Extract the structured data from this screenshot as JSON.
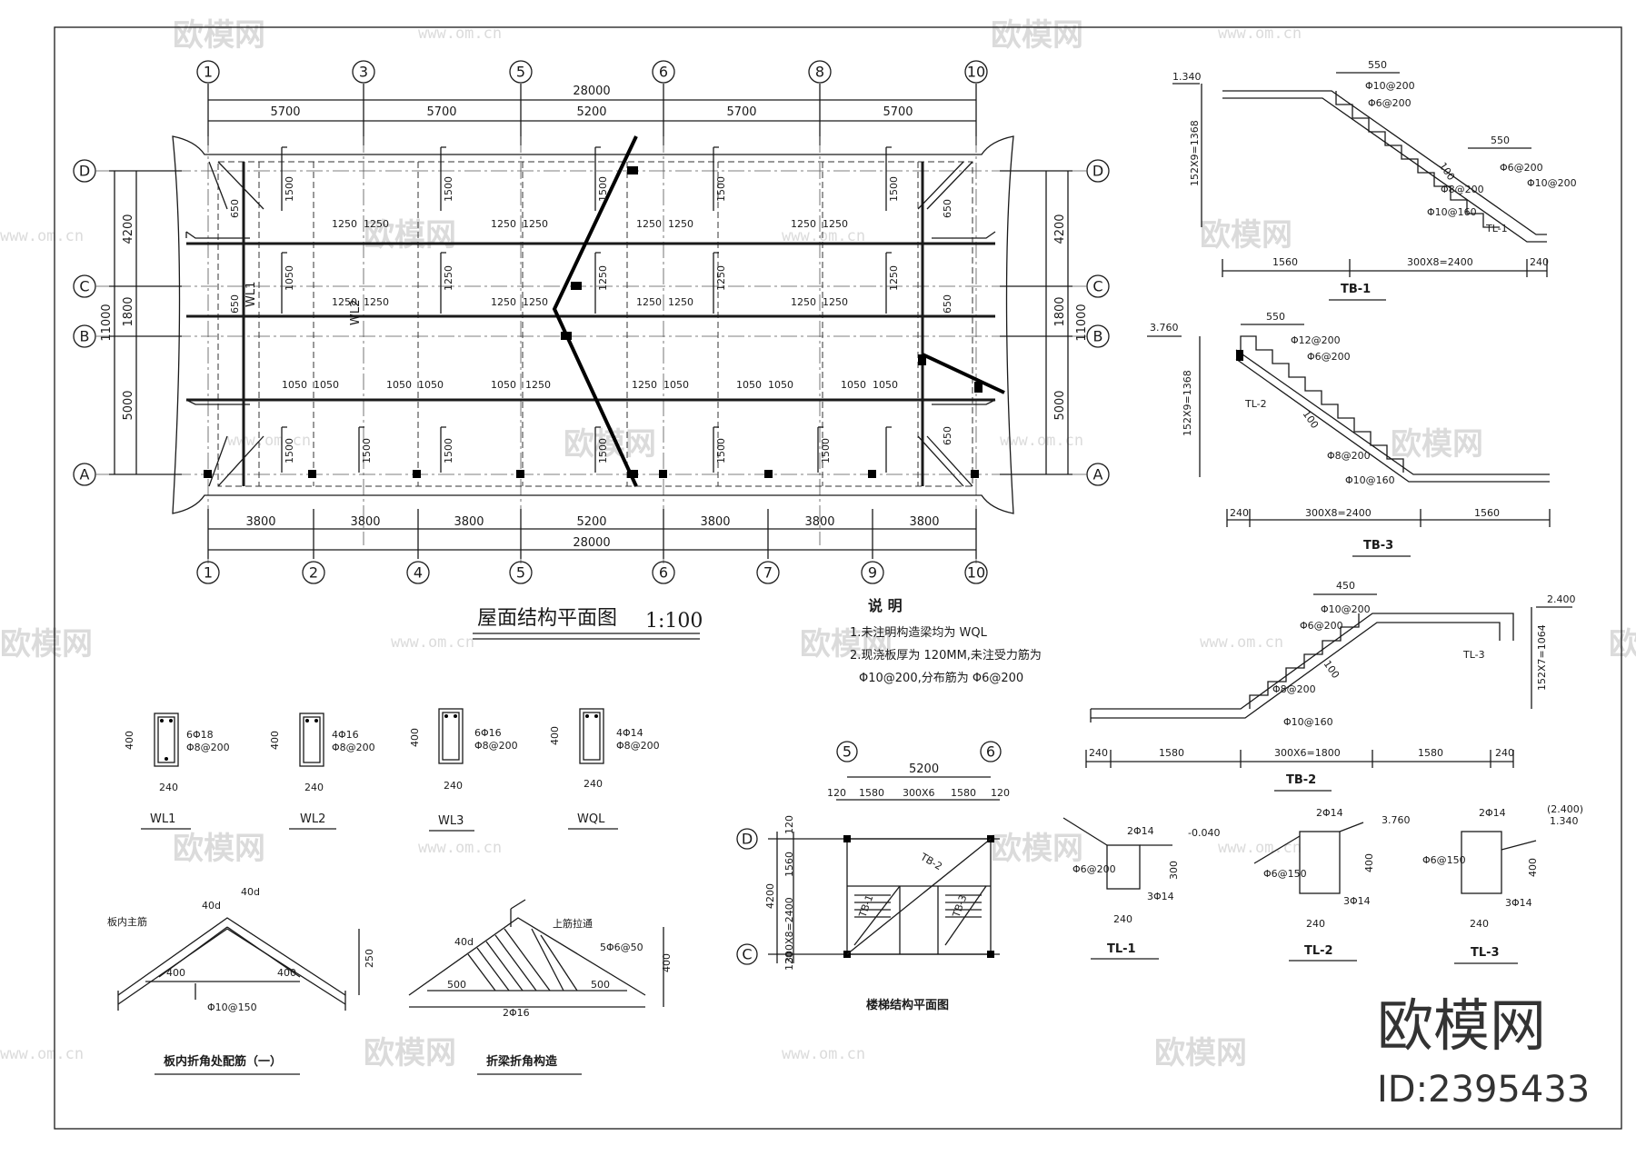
{
  "plan": {
    "title": "屋面结构平面图",
    "scale": "1:100",
    "top_axes": [
      "1",
      "3",
      "5",
      "6",
      "8",
      "10"
    ],
    "bottom_axes": [
      "1",
      "2",
      "4",
      "5",
      "6",
      "7",
      "9",
      "10"
    ],
    "rows": [
      "D",
      "C",
      "B",
      "A"
    ],
    "top_total": "28000",
    "top_spans": [
      "5700",
      "5700",
      "5200",
      "5700",
      "5700"
    ],
    "bottom_spans": [
      "3800",
      "3800",
      "3800",
      "5200",
      "3800",
      "3800",
      "3800"
    ],
    "bottom_total": "28000",
    "left_dims": [
      "4200",
      "1800",
      "5000"
    ],
    "left_total": "11000",
    "right_dims": [
      "4200",
      "1800",
      "5000"
    ],
    "right_total": "11000",
    "beam_labels": [
      "WL1",
      "WL2"
    ],
    "bar_labels_row1": [
      "1250",
      "1250",
      "1250",
      "1250",
      "1250",
      "1250",
      "1250",
      "1250"
    ],
    "bar_labels_row2": [
      "1250",
      "1250",
      "1250",
      "1250",
      "1250",
      "1250",
      "1250",
      "1250"
    ],
    "bar_labels_row3": [
      "1050",
      "1050",
      "1050",
      "1050",
      "1050",
      "1250",
      "1250",
      "1050",
      "1050",
      "1050",
      "1050",
      "1050"
    ],
    "vert_labels_top": [
      "1500",
      "1500",
      "1500",
      "1500",
      "1500",
      "650",
      "650"
    ],
    "vert_labels_mid": [
      "1050",
      "1250",
      "1250",
      "1250",
      "1250",
      "650",
      "650"
    ],
    "vert_labels_bot": [
      "1500",
      "1500",
      "1500",
      "1500",
      "1500",
      "1500",
      "650"
    ]
  },
  "notes": {
    "heading": "说 明",
    "line1": "1.未注明构造梁均为 WQL",
    "line2": "2.现浇板厚为 120MM,未注受力筋为",
    "line3": "Φ10@200,分布筋为 Φ6@200"
  },
  "sections": [
    {
      "name": "WL1",
      "height": "400",
      "width": "240",
      "top": "6Φ18",
      "stirrup": "Φ8@200"
    },
    {
      "name": "WL2",
      "height": "400",
      "width": "240",
      "top": "4Φ16",
      "stirrup": "Φ8@200"
    },
    {
      "name": "WL3",
      "height": "400",
      "width": "240",
      "top": "6Φ16",
      "stirrup": "Φ8@200"
    },
    {
      "name": "WQL",
      "height": "400",
      "width": "240",
      "top": "4Φ14",
      "stirrup": "Φ8@200"
    }
  ],
  "fold_slab": {
    "title": "板内折角处配筋（一）",
    "top_label": "板内主筋",
    "a1": "40d",
    "a2": "40d",
    "l1": "400",
    "l2": "400",
    "bottom": "Φ10@150",
    "height": "250"
  },
  "fold_beam": {
    "title": "折梁折角构造",
    "top_label": "上筋拉通",
    "a1": "40d",
    "bar": "5Φ6@50",
    "l1": "500",
    "l2": "500",
    "bottom": "2Φ16",
    "height": "400"
  },
  "stair_plan": {
    "title": "楼梯结构平面图",
    "axes": [
      "5",
      "6"
    ],
    "rows": [
      "D",
      "C"
    ],
    "span": "5200",
    "dims": [
      "120",
      "1580",
      "300X6",
      "1580",
      "120"
    ],
    "left_dims": [
      "120",
      "300X8=2400",
      "1560",
      "120"
    ],
    "left_total": "4200",
    "tb_labels": [
      "TB-1",
      "TB-2",
      "TB-3"
    ]
  },
  "tb1": {
    "title": "TB-1",
    "elev": "1.340",
    "d1": "550",
    "d2": "550",
    "vert": "152X9=1368",
    "bars": [
      "Φ10@200",
      "Φ6@200",
      "Φ6@200",
      "Φ10@200",
      "Φ8@200",
      "Φ10@160"
    ],
    "thick": "100",
    "beam": "TL-1",
    "bot": [
      "1560",
      "300X8=2400",
      "240"
    ]
  },
  "tb3": {
    "title": "TB-3",
    "elev": "3.760",
    "d1": "550",
    "vert": "152X9=1368",
    "bars": [
      "Φ12@200",
      "Φ6@200",
      "Φ8@200",
      "Φ10@160"
    ],
    "thick": "100",
    "beam": "TL-2",
    "bot": [
      "240",
      "300X8=2400",
      "1560"
    ]
  },
  "tb2": {
    "title": "TB-2",
    "elev": "2.400",
    "d1": "450",
    "vert": "152X7=1064",
    "bars": [
      "Φ10@200",
      "Φ6@200",
      "Φ8@200",
      "Φ10@160"
    ],
    "thick": "100",
    "beam": "TL-3",
    "bot": [
      "240",
      "1580",
      "300X6=1800",
      "1580",
      "240"
    ]
  },
  "tl_sections": [
    {
      "name": "TL-1",
      "top": "2Φ14",
      "bot": "3Φ14",
      "stir": "Φ6@200",
      "h": "300",
      "w": "240",
      "elev": "-0.040"
    },
    {
      "name": "TL-2",
      "top": "2Φ14",
      "bot": "3Φ14",
      "stir": "Φ6@150",
      "h": "400",
      "w": "240",
      "elev": "3.760"
    },
    {
      "name": "TL-3",
      "top": "2Φ14",
      "bot": "3Φ14",
      "stir": "Φ6@150",
      "h": "400",
      "w": "240",
      "elev": "(2.400)",
      "elev2": "1.340"
    }
  ],
  "watermark": {
    "brand": "欧模网",
    "url": "www.om.cn",
    "id": "ID:2395433"
  }
}
